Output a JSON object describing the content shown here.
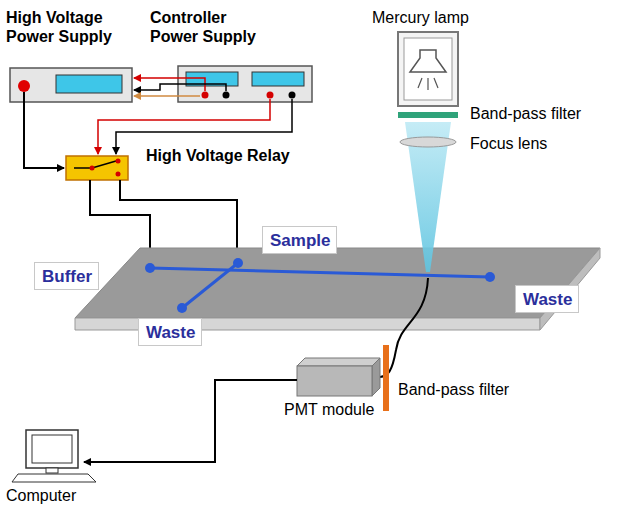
{
  "diagram": {
    "nodes": [
      {
        "text": [
          "Sample"
        ]
      },
      {
        "text": [
          "Buffer"
        ]
      },
      {
        "text": [
          "Waste"
        ]
      },
      {
        "text": [
          "Waste"
        ]
      }
    ],
    "labels": [
      "High Voltage Power Supply",
      "Controller Power Supply",
      "Mercury lamp",
      "Band-pass filter",
      "Focus lens",
      "High Voltage Relay",
      "PMT module",
      "Band-pass filter",
      "Computer"
    ]
  }
}
